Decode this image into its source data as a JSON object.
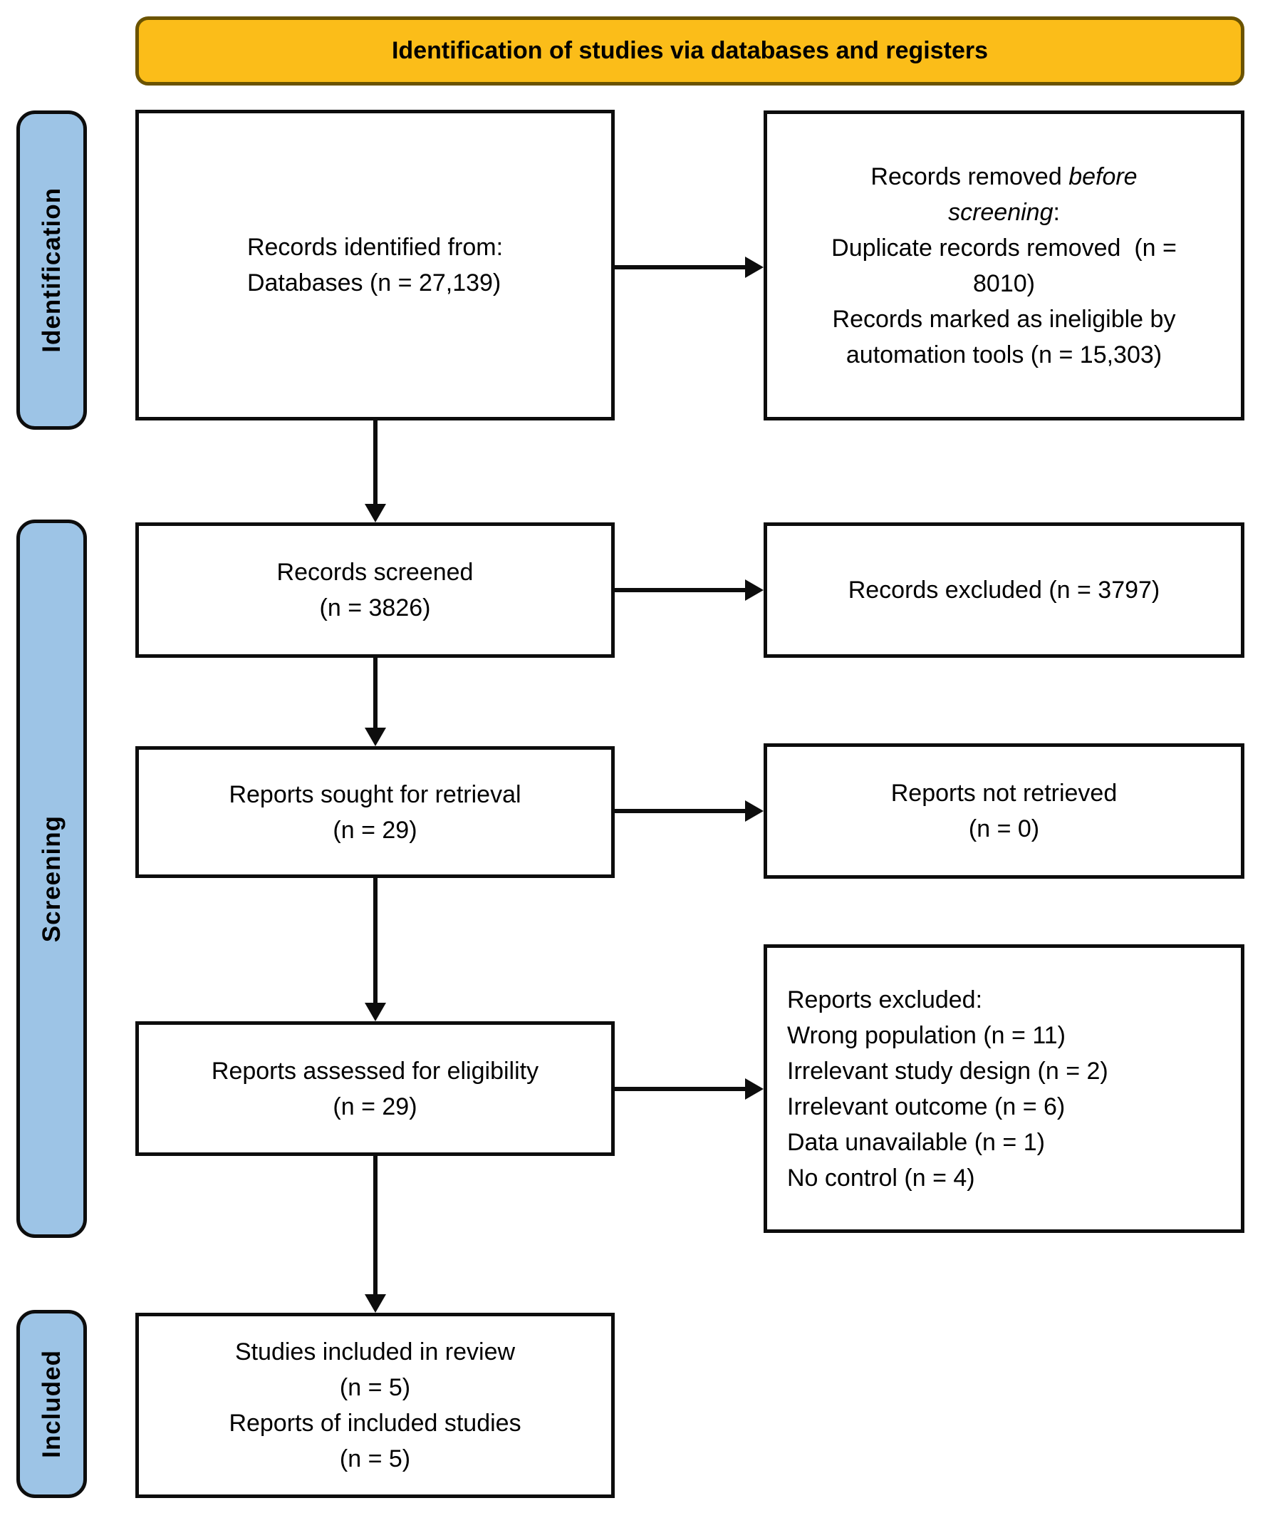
{
  "banner": {
    "title": "Identification of studies via databases and registers"
  },
  "sidebar": {
    "identification": "Identification",
    "screening": "Screening",
    "included": "Included"
  },
  "boxes": {
    "records_identified": {
      "lines": [
        "Records identified from:",
        "Databases (n = 27,139)"
      ]
    },
    "records_removed": {
      "line1_prefix": "Records removed ",
      "line1_italic": "before",
      "line2_italic": "screening",
      "line2_suffix": ":",
      "lines": [
        "Duplicate records removed  (n =",
        "8010)",
        "Records marked as ineligible by",
        "automation tools (n = 15,303)"
      ]
    },
    "records_screened": {
      "lines": [
        "Records screened",
        "(n = 3826)"
      ]
    },
    "records_excluded": {
      "lines": [
        "Records excluded (n = 3797)"
      ]
    },
    "reports_sought": {
      "lines": [
        "Reports sought for retrieval",
        "(n = 29)"
      ]
    },
    "reports_not_retrieved": {
      "lines": [
        "Reports not retrieved",
        "(n = 0)"
      ]
    },
    "reports_assessed": {
      "lines": [
        "Reports assessed for eligibility",
        "(n = 29)"
      ]
    },
    "reports_excluded": {
      "lines": [
        "Reports excluded:",
        "Wrong population (n = 11)",
        "Irrelevant study design (n = 2)",
        "Irrelevant outcome (n = 6)",
        "Data unavailable (n = 1)",
        "No control (n = 4)"
      ]
    },
    "studies_included": {
      "lines": [
        "Studies included in review",
        "(n = 5)",
        "Reports of included studies",
        "(n = 5)"
      ]
    }
  },
  "colors": {
    "banner_fill": "#FBBD19",
    "banner_border": "#6B5300",
    "sidebar_fill": "#9DC4E6",
    "line_color": "#0d0d0d"
  }
}
